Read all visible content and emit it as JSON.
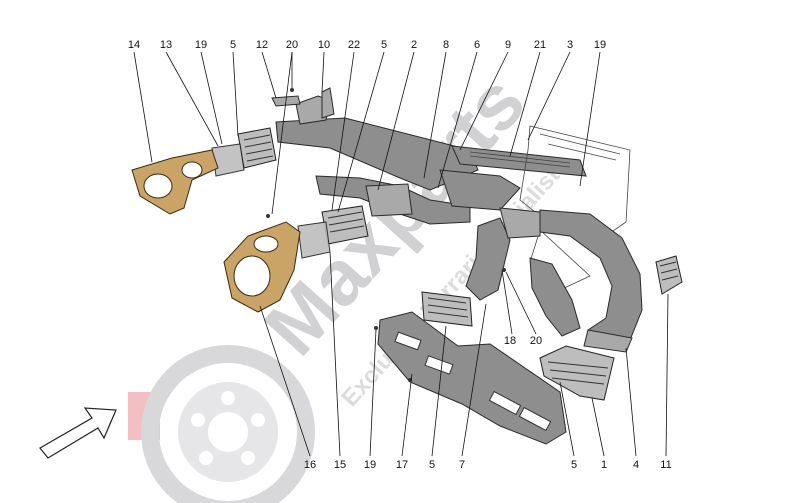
{
  "watermark": {
    "brand": "Maxparts",
    "tagline": "Exclusive Ferrari Specialist"
  },
  "callouts": [
    {
      "id": "c14a",
      "label": "14"
    },
    {
      "id": "c13",
      "label": "13"
    },
    {
      "id": "c19a",
      "label": "19"
    },
    {
      "id": "c5a",
      "label": "5"
    },
    {
      "id": "c12",
      "label": "12"
    },
    {
      "id": "c20a",
      "label": "20"
    },
    {
      "id": "c10",
      "label": "10"
    },
    {
      "id": "c22",
      "label": "22"
    },
    {
      "id": "c5b",
      "label": "5"
    },
    {
      "id": "c2",
      "label": "2"
    },
    {
      "id": "c8",
      "label": "8"
    },
    {
      "id": "c6",
      "label": "6"
    },
    {
      "id": "c9",
      "label": "9"
    },
    {
      "id": "c21",
      "label": "21"
    },
    {
      "id": "c3",
      "label": "3"
    },
    {
      "id": "c19b",
      "label": "19"
    },
    {
      "id": "c18",
      "label": "18"
    },
    {
      "id": "c20b",
      "label": "20"
    },
    {
      "id": "c16",
      "label": "16"
    },
    {
      "id": "c15",
      "label": "15"
    },
    {
      "id": "c19c",
      "label": "19"
    },
    {
      "id": "c17",
      "label": "17"
    },
    {
      "id": "c5c",
      "label": "5"
    },
    {
      "id": "c7",
      "label": "7"
    },
    {
      "id": "c5d",
      "label": "5"
    },
    {
      "id": "c1",
      "label": "1"
    },
    {
      "id": "c4",
      "label": "4"
    },
    {
      "id": "c11",
      "label": "11"
    }
  ],
  "colors": {
    "duct": "#8e8e8e",
    "tan_trim": "#c9a466",
    "watermark": "#c9c9cc",
    "logo_red": "#f2b8bd"
  },
  "icons": [
    "direction-arrow-icon",
    "brake-disc-logo-icon"
  ]
}
